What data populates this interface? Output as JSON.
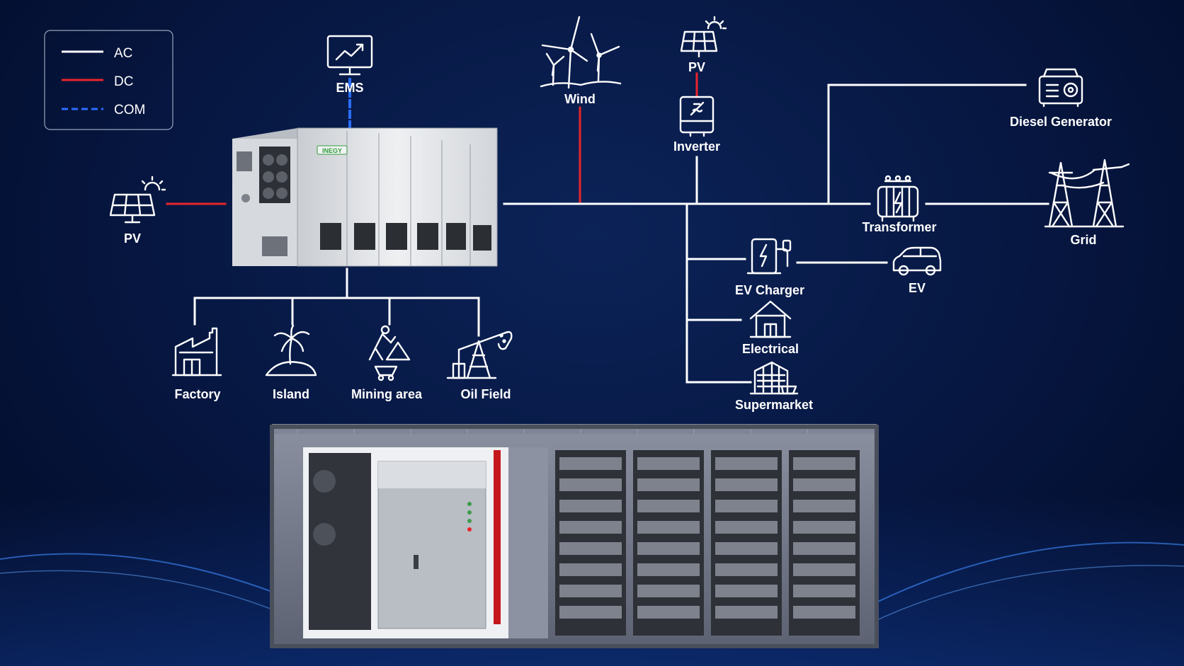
{
  "legend": {
    "items": [
      {
        "label": "AC",
        "color": "#ffffff",
        "style": "solid"
      },
      {
        "label": "DC",
        "color": "#e8252b",
        "style": "solid"
      },
      {
        "label": "COM",
        "color": "#2a6dff",
        "style": "dashed"
      }
    ]
  },
  "nodes": {
    "ems": "EMS",
    "pv_left": "PV",
    "wind": "Wind",
    "pv_top": "PV",
    "inverter": "Inverter",
    "diesel": "Diesel Generator",
    "transformer": "Transformer",
    "grid": "Grid",
    "ev_charger": "EV Charger",
    "ev": "EV",
    "electrical": "Electrical",
    "supermarket": "Supermarket",
    "factory": "Factory",
    "island": "Island",
    "mining": "Mining area",
    "oilfield": "Oil Field"
  },
  "brand": {
    "name": "INEGY",
    "color": "#2e9b3c"
  },
  "colors": {
    "ac": "#ffffff",
    "dc": "#e8252b",
    "com": "#2a6dff",
    "background": "#061640"
  }
}
